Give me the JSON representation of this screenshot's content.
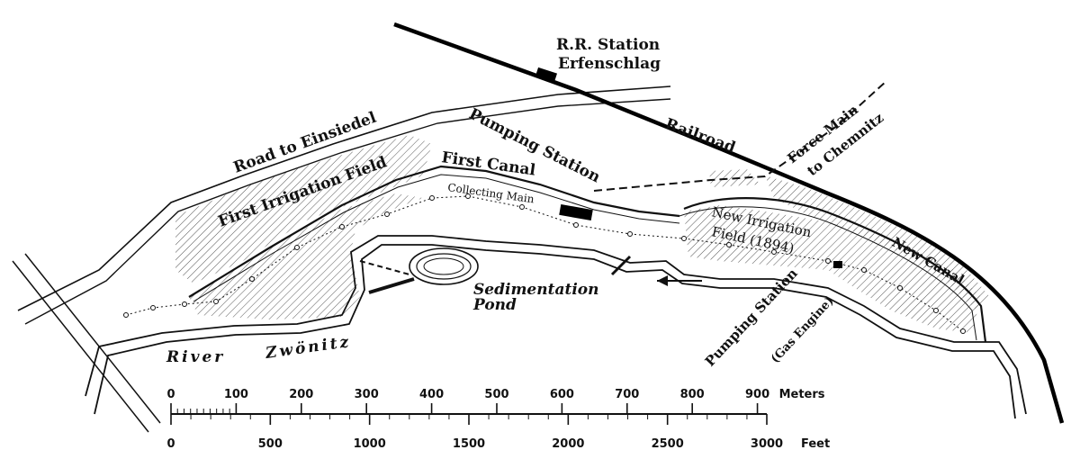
{
  "labels": {
    "rr_station_line1": "R.R. Station",
    "rr_station_line2": "Erfenschlag",
    "road": "Road to Einsiedel",
    "pumping_station_top": "Pumping Station",
    "railroad": "Railroad",
    "force_main_line1": "Force Main",
    "force_main_line2": "to Chemnitz",
    "first_irrigation_field": "First Irrigation Field",
    "first_canal": "First Canal",
    "collecting_main": "Collecting Main",
    "new_irrigation_line1": "New Irrigation",
    "new_irrigation_line2": "Field (1894)",
    "new_canal": "New Canal",
    "sedimentation_line1": "Sedimentation",
    "sedimentation_line2": "Pond",
    "pumping_station_gas_line1": "Pumping Station",
    "pumping_station_gas_line2": "(Gas Engine)",
    "river": "River",
    "river_name": "Zwönitz"
  },
  "scale": {
    "meters_ticks": [
      "0",
      "100",
      "200",
      "300",
      "400",
      "500",
      "600",
      "700",
      "800",
      "900"
    ],
    "meters_unit": "Meters",
    "feet_ticks": [
      "0",
      "500",
      "1000",
      "1500",
      "2000",
      "2500",
      "3000"
    ],
    "feet_unit": "Feet"
  }
}
